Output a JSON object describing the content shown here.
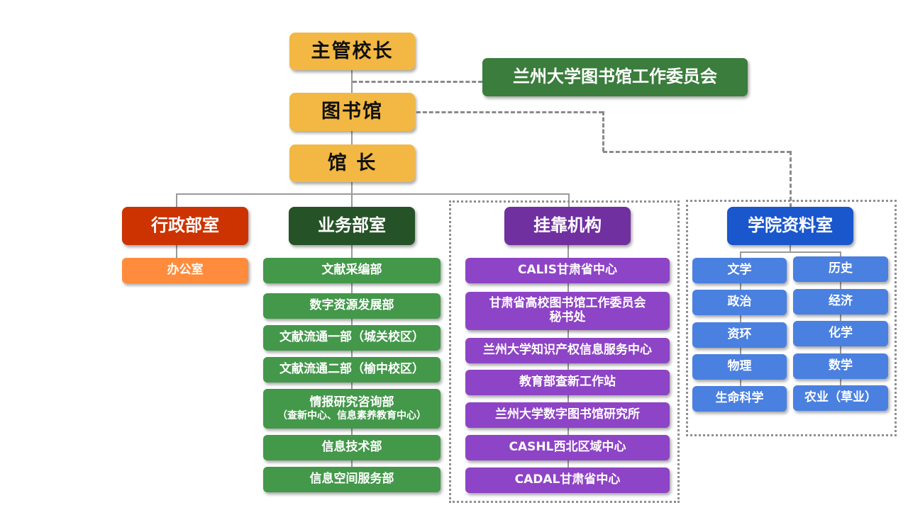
{
  "chart_data": {
    "type": "org-chart",
    "title": "",
    "nodes": {
      "principal": "主管校长",
      "committee": "兰州大学图书馆工作委员会",
      "library": "图书馆",
      "director": "馆 长"
    },
    "departments": [
      {
        "name": "行政部室",
        "color": "#cc3300",
        "children_color": "#ff8c3c",
        "children": [
          "办公室"
        ]
      },
      {
        "name": "业务部室",
        "color": "#265227",
        "children_color": "#43984a",
        "children": [
          "文献采编部",
          "数字资源发展部",
          "文献流通一部（城关校区）",
          "文献流通二部（榆中校区）",
          {
            "main": "情报研究咨询部",
            "sub": "（查新中心、信息素养教育中心）"
          },
          "信息技术部",
          "信息空间服务部"
        ]
      },
      {
        "name": "挂靠机构",
        "color": "#7030a0",
        "children_color": "#8e44c6",
        "children": [
          "CALIS甘肃省中心",
          {
            "main": "甘肃省高校图书馆工作委员会",
            "sub": "秘书处"
          },
          "兰州大学知识产权信息服务中心",
          "教育部查新工作站",
          "兰州大学数字图书馆研究所",
          "CASHL西北区域中心",
          "CADAL甘肃省中心"
        ]
      },
      {
        "name": "学院资料室",
        "color": "#1a56cc",
        "children_color": "#4a80e0",
        "children_left": [
          "文学",
          "政治",
          "资环",
          "物理",
          "生命科学"
        ],
        "children_right": [
          "历史",
          "经济",
          "化学",
          "数学",
          "农业（草业）"
        ]
      }
    ],
    "colors": {
      "top_nodes": "#f2b843",
      "committee": "#3a7d3c",
      "connector": "#9a9a9a",
      "dashed": "#8a8a8a"
    }
  }
}
